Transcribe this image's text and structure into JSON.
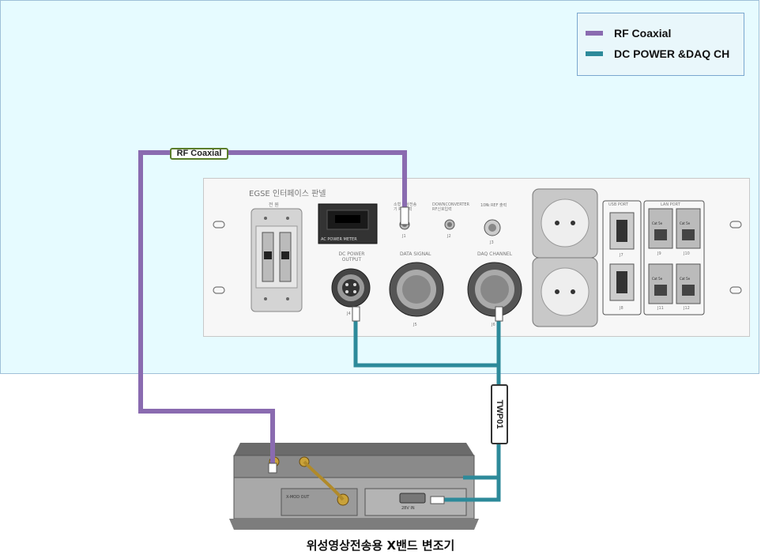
{
  "legend": {
    "rf_label": "RF Coaxial",
    "dc_label": "DC POWER &DAQ CH",
    "rf_color": "#8a6bb0",
    "dc_color": "#2d8a9a"
  },
  "cable_tags": {
    "rf": "RF Coaxial",
    "twp": "TWP01"
  },
  "panel": {
    "title": "EGSE 인터페이스 판넬",
    "switch_label": "전 원",
    "meter_label": "AC POWER METER",
    "j1_label": "소형 영상전송기 RF 출력",
    "j2_label": "DOWNCONVERTER RF신호입력",
    "j3_label": "10㎒ REF 출력",
    "j1": "J1",
    "j2": "J2",
    "j3": "J3",
    "dc_power_label": "DC POWER OUTPUT",
    "data_signal_label": "DATA SIGNAL",
    "daq_channel_label": "DAQ CHANNEL",
    "j4": "J4",
    "j5": "J5",
    "j6": "J6",
    "usb_port_label": "USB PORT",
    "lan_port_label": "LAN PORT",
    "j7": "J7",
    "j8": "J8",
    "j9": "J9",
    "j10": "J10",
    "j11": "J11",
    "j12": "J12",
    "cat_label": "Cat 5e"
  },
  "device": {
    "xmod_label": "X-MOD OUT",
    "power_label": "28V IN"
  },
  "caption": "위성영상전송용 X밴드 변조기"
}
